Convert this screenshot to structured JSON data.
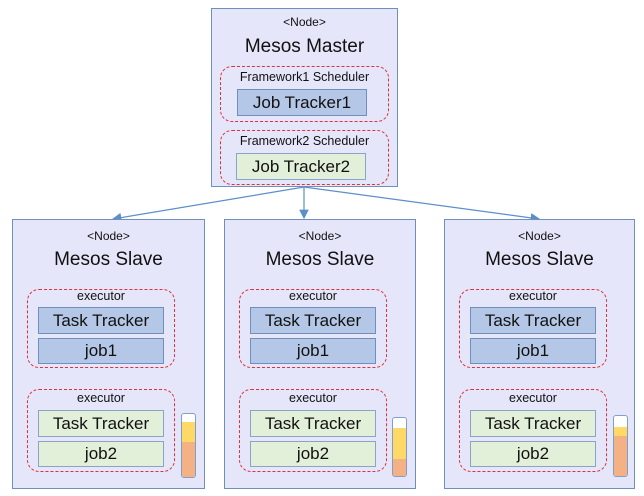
{
  "master": {
    "node_tag": "<Node>",
    "title": "Mesos Master",
    "schedulers": [
      {
        "label": "Framework1 Scheduler",
        "tracker": "Job Tracker1",
        "color": "#b4c7e7"
      },
      {
        "label": "Framework2 Scheduler",
        "tracker": "Job Tracker2",
        "color": "#e2efd9"
      }
    ]
  },
  "slaves": [
    {
      "node_tag": "<Node>",
      "title": "Mesos Slave",
      "executors": [
        {
          "label": "executor",
          "task_tracker": "Task Tracker",
          "job": "job1",
          "color": "#b4c7e7"
        },
        {
          "label": "executor",
          "task_tracker": "Task Tracker",
          "job": "job2",
          "color": "#e2efd9"
        }
      ],
      "usage": {
        "empty": 0.12,
        "yellow": 0.33,
        "orange": 0.55
      }
    },
    {
      "node_tag": "<Node>",
      "title": "Mesos Slave",
      "executors": [
        {
          "label": "executor",
          "task_tracker": "Task Tracker",
          "job": "job1",
          "color": "#b4c7e7"
        },
        {
          "label": "executor",
          "task_tracker": "Task Tracker",
          "job": "job2",
          "color": "#e2efd9"
        }
      ],
      "usage": {
        "empty": 0.18,
        "yellow": 0.52,
        "orange": 0.3
      }
    },
    {
      "node_tag": "<Node>",
      "title": "Mesos Slave",
      "executors": [
        {
          "label": "executor",
          "task_tracker": "Task Tracker",
          "job": "job1",
          "color": "#b4c7e7"
        },
        {
          "label": "executor",
          "task_tracker": "Task Tracker",
          "job": "job2",
          "color": "#e2efd9"
        }
      ],
      "usage": {
        "empty": 0.18,
        "yellow": 0.15,
        "orange": 0.67
      }
    }
  ]
}
